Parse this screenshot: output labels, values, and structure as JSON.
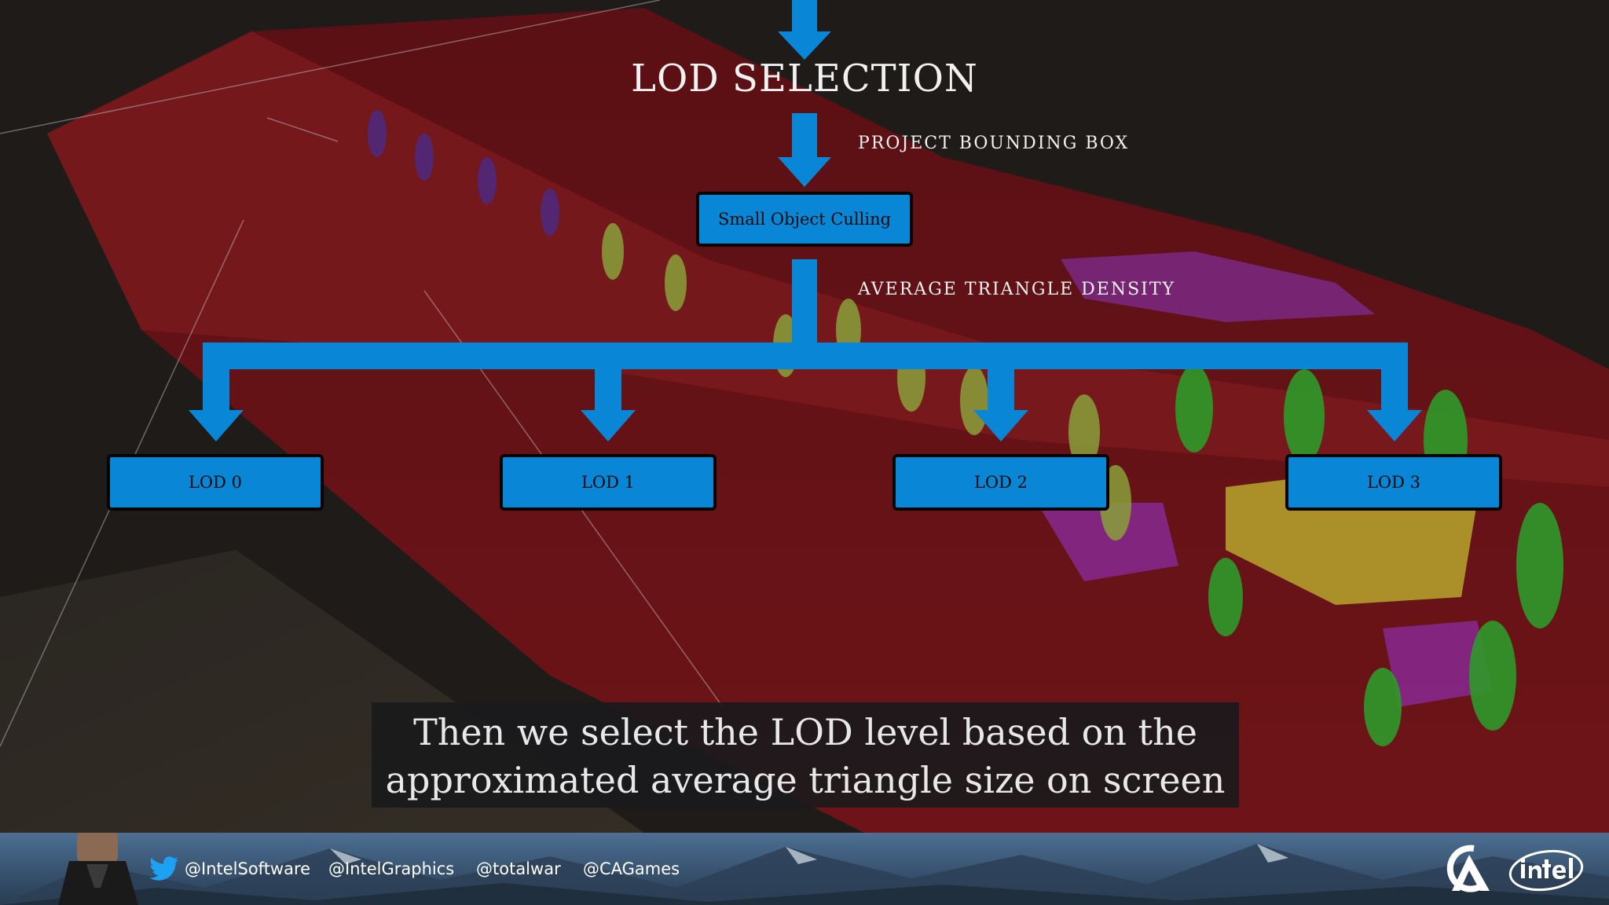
{
  "slide": {
    "title": "LOD SELECTION",
    "step_labels": {
      "project": "PROJECT BOUNDING BOX",
      "density": "AVERAGE TRIANGLE DENSITY"
    },
    "culling_box": "Small Object Culling",
    "lod_boxes": [
      "LOD 0",
      "LOD 1",
      "LOD 2",
      "LOD 3"
    ],
    "subtitle_lines": [
      "Then we select the LOD level based on the",
      "approximated average triangle size on screen"
    ]
  },
  "footer": {
    "handles": [
      "@IntelSoftware",
      "@IntelGraphics",
      "@totalwar",
      "@CAGames"
    ],
    "logos": [
      "creative-assembly-logo",
      "intel-logo"
    ]
  },
  "colors": {
    "arrow_blue": "#0a86d6",
    "scene_red": "#6e1418",
    "text_light": "#f1f1f1",
    "footer_blue": "#3a5878"
  },
  "icons": [
    "twitter-bird-icon"
  ]
}
